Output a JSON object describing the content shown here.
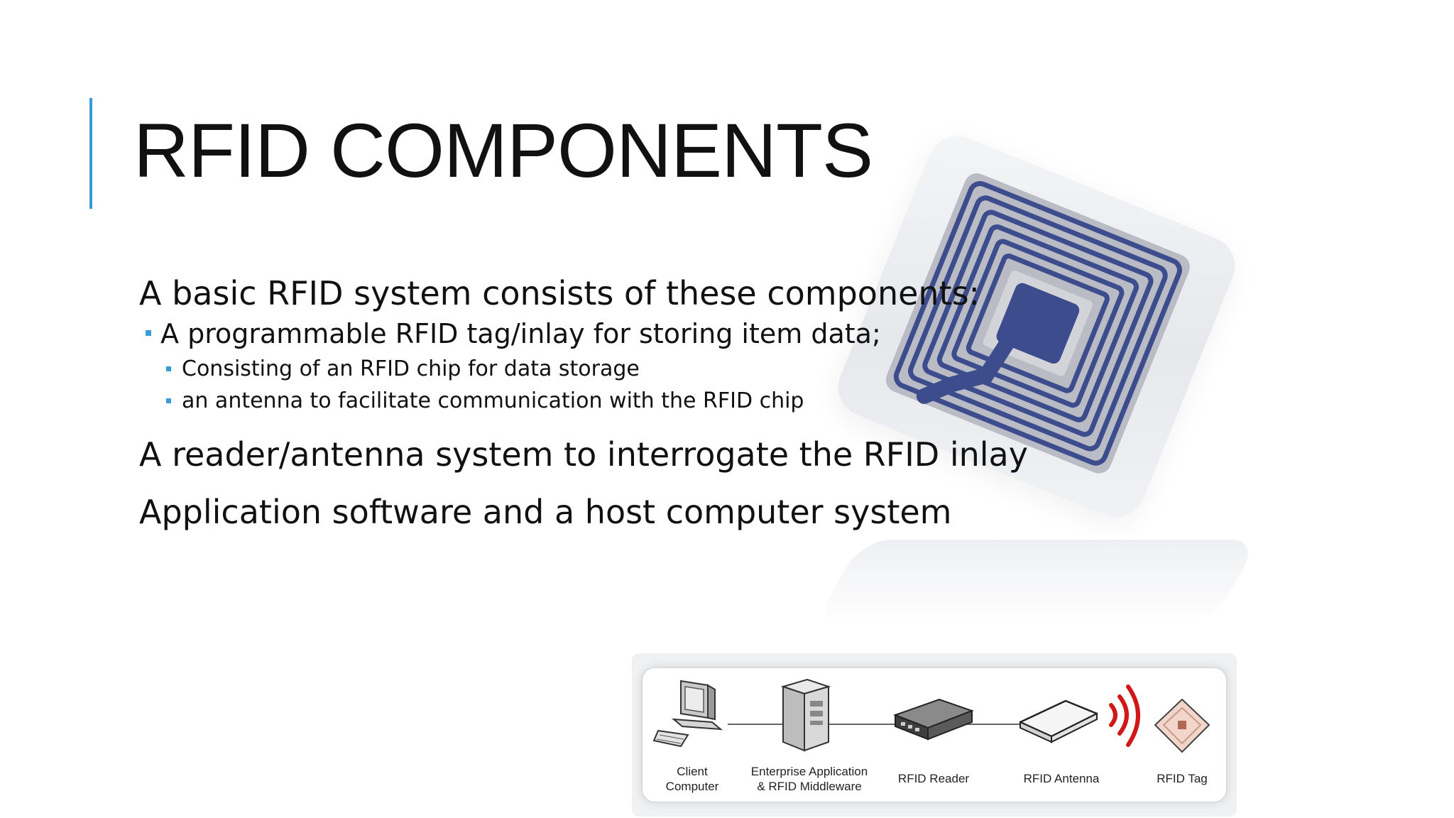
{
  "slide": {
    "title": "RFID COMPONENTS",
    "intro": "A basic RFID system consists of these components:",
    "bullet_tag": "A programmable RFID tag/inlay for storing item data;",
    "sub_chip": "Consisting of an RFID chip for data storage",
    "sub_antenna": "an antenna to facilitate communication with the RFID chip",
    "reader_line": "A reader/antenna system to interrogate the RFID inlay",
    "software_line": "Application software and a host computer system"
  },
  "diagram": {
    "nodes": [
      {
        "label": "Client\nComputer",
        "icon": "computer-icon"
      },
      {
        "label": "Enterprise Application\n& RFID Middleware",
        "icon": "server-icon"
      },
      {
        "label": "RFID Reader",
        "icon": "reader-icon"
      },
      {
        "label": "RFID Antenna",
        "icon": "antenna-icon"
      },
      {
        "label": "RFID Tag",
        "icon": "tag-icon"
      }
    ]
  },
  "colors": {
    "accent": "#3a9ad9",
    "text": "#111111",
    "tag_chip": "#3c4c8c",
    "radio_waves": "#d01818"
  }
}
